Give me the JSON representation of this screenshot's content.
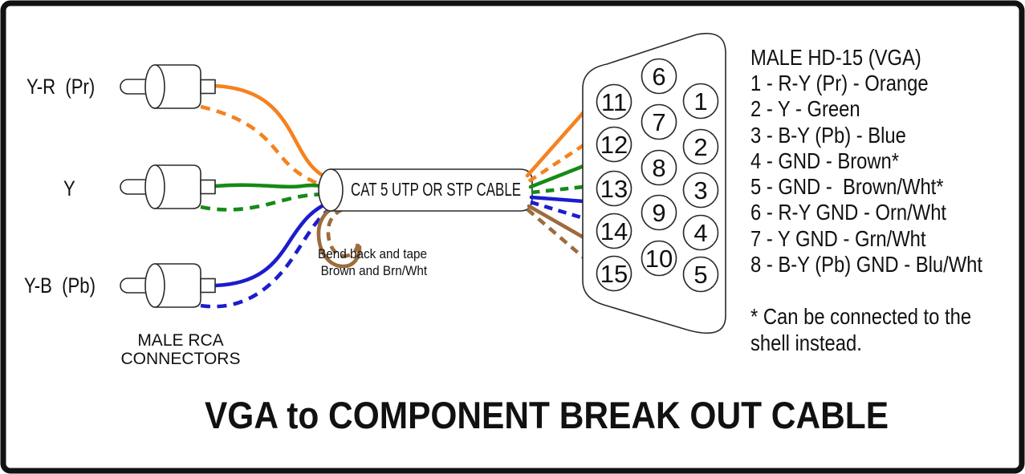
{
  "title": "VGA to COMPONENT BREAK OUT CABLE",
  "colors": {
    "orange": "#F5821F",
    "green": "#168A16",
    "blue": "#1C1CCE",
    "brown": "#9D6B3D"
  },
  "rca": {
    "labels": {
      "pr": "Y-R  (Pr)",
      "y": "Y",
      "pb": "Y-B  (Pb)"
    },
    "caption_line1": "MALE RCA",
    "caption_line2": "CONNECTORS"
  },
  "cable": {
    "label": "CAT 5 UTP OR STP CABLE"
  },
  "bend_note": {
    "line1": "Bend back and tape",
    "line2": "Brown and Brn/Wht"
  },
  "vga": {
    "pins": [
      "1",
      "2",
      "3",
      "4",
      "5",
      "6",
      "7",
      "8",
      "9",
      "10",
      "11",
      "12",
      "13",
      "14",
      "15"
    ],
    "legend": {
      "heading": "MALE HD-15 (VGA)",
      "lines": [
        "1 - R-Y (Pr) - Orange",
        "2 - Y - Green",
        "3 - B-Y (Pb) - Blue",
        "4 - GND - Brown*",
        "5 - GND -  Brown/Wht*",
        "6 - R-Y GND - Orn/Wht",
        "7 - Y GND - Grn/Wht",
        "8 - B-Y (Pb) GND - Blu/Wht"
      ],
      "footnote_line1": "* Can be connected to the",
      "footnote_line2": "shell instead."
    }
  }
}
